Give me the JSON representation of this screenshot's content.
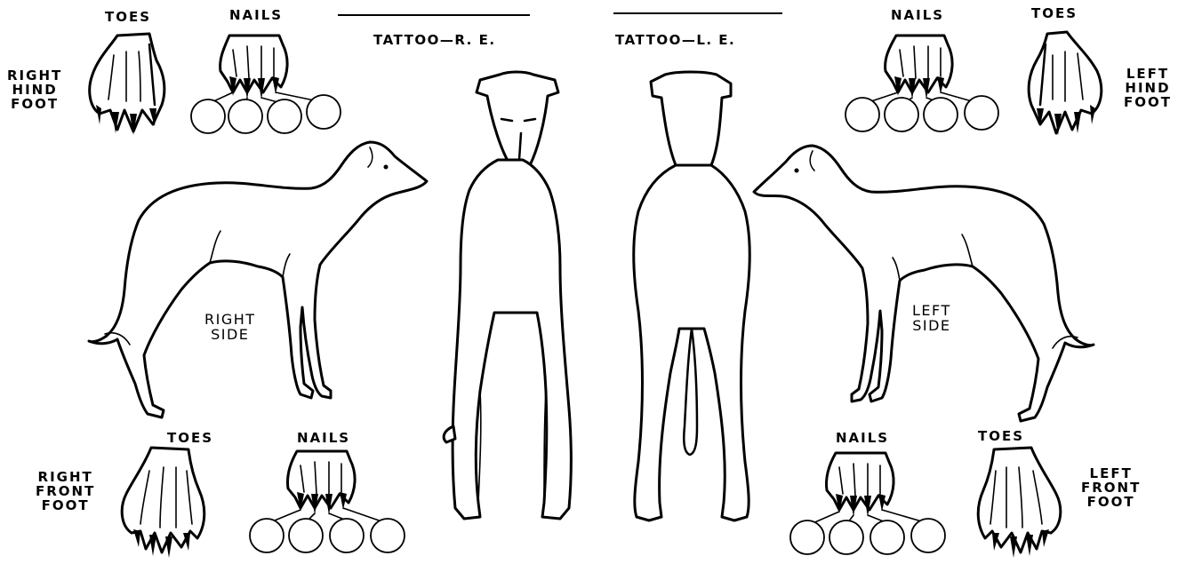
{
  "labels": {
    "toes": "TOES",
    "nails": "NAILS",
    "right_hind_foot": [
      "RIGHT",
      "HIND",
      "FOOT"
    ],
    "left_hind_foot": [
      "LEFT",
      "HIND",
      "FOOT"
    ],
    "right_front_foot": [
      "RIGHT",
      "FRONT",
      "FOOT"
    ],
    "left_front_foot": [
      "LEFT",
      "FRONT",
      "FOOT"
    ],
    "right_side": [
      "RIGHT",
      "SIDE"
    ],
    "left_side": [
      "LEFT",
      "SIDE"
    ],
    "tattoo_right_ear": "TATTOO—R. E.",
    "tattoo_left_ear": "TATTOO—L. E."
  },
  "nail_circles_per_foot": 4
}
